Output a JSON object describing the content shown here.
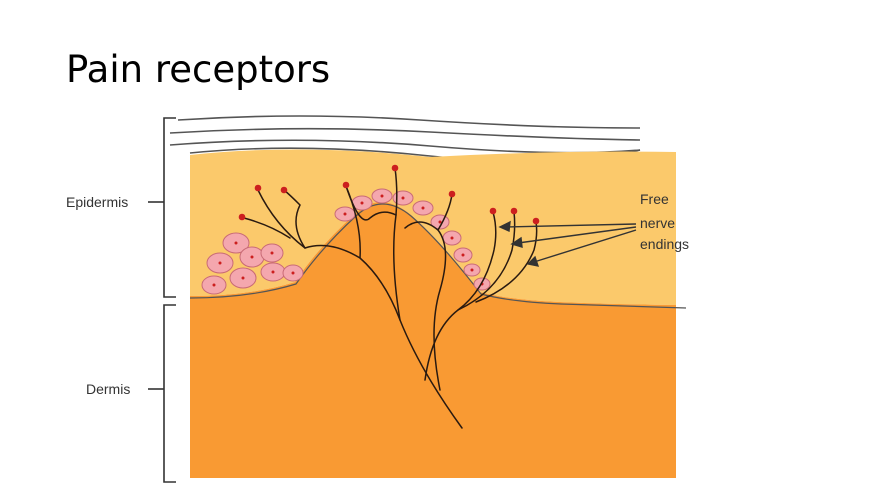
{
  "slide": {
    "title": "Pain receptors"
  },
  "diagram": {
    "labels": {
      "epidermis": "Epidermis",
      "dermis": "Dermis",
      "free_nerve_endings_line1": "Free",
      "free_nerve_endings_line2": "nerve",
      "free_nerve_endings_line3": "endings"
    },
    "colors": {
      "epidermis": "#fbc96b",
      "dermis": "#f99a33",
      "cells": "#f4a7ae",
      "nerve_endings": "#cc1f1f"
    }
  }
}
